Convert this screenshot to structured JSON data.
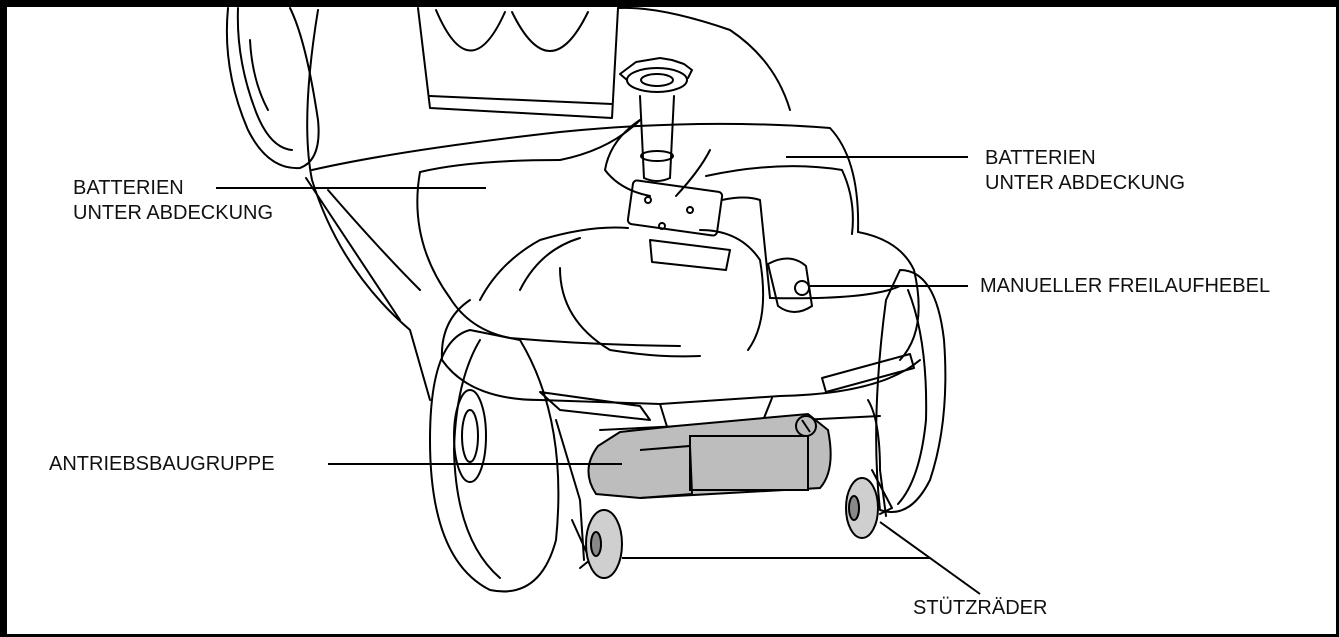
{
  "callouts": {
    "battery_left": {
      "line1": "BATTERIEN",
      "line2": "UNTER ABDECKUNG"
    },
    "battery_right": {
      "line1": "BATTERIEN",
      "line2": "UNTER ABDECKUNG"
    },
    "freewheel_lever": "MANUELLER FREILAUFHEBEL",
    "drive_assembly": "ANTRIEBSBAUGRUPPE",
    "anti_tip_wheels": "STÜTZRÄDER"
  },
  "colors": {
    "line": "#000000",
    "motor_fill": "#bdbdbd",
    "wheel_fill": "#cfcfcf"
  }
}
